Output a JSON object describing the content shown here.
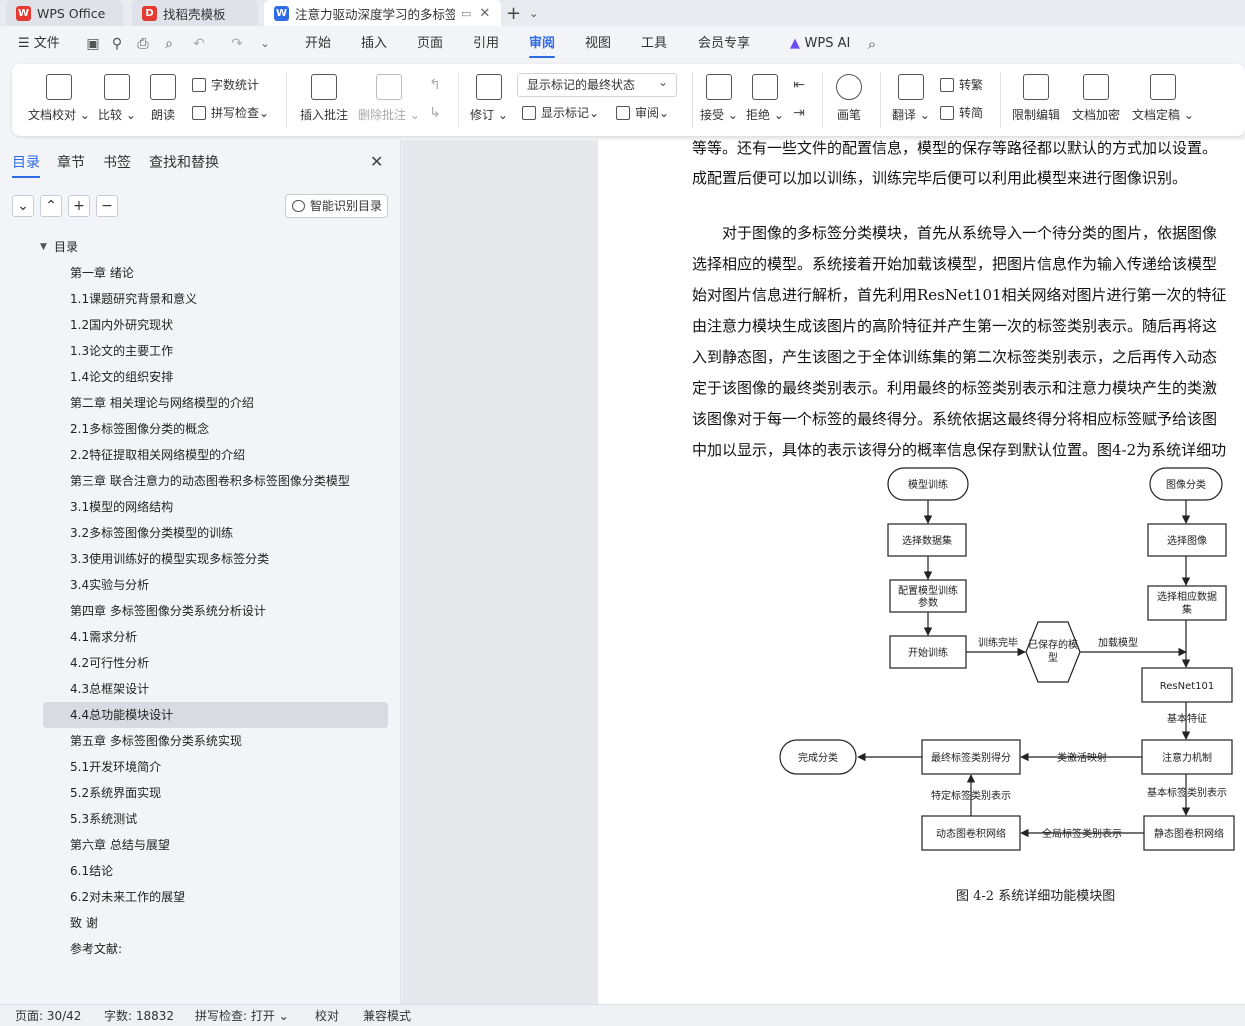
{
  "tabs": [
    {
      "label": "WPS Office",
      "icon": "wps-logo-icon",
      "color": "#e33b32"
    },
    {
      "label": "找稻壳模板",
      "icon": "docer-icon",
      "color": "#e33b32"
    },
    {
      "label": "注意力驱动深度学习的多标签",
      "icon": "word-doc-icon",
      "color": "#2f6be4"
    }
  ],
  "menu": {
    "file": "文件",
    "items": [
      "开始",
      "插入",
      "页面",
      "引用",
      "审阅",
      "视图",
      "工具",
      "会员专享"
    ],
    "active": "审阅",
    "wps_ai": "WPS AI"
  },
  "ribbon": {
    "doc_proofread": "文档校对",
    "compare": "比较",
    "read_aloud": "朗读",
    "word_count": "字数统计",
    "spell_check": "拼写检查",
    "insert_comment": "插入批注",
    "delete_comment": "删除批注",
    "revise": "修订",
    "markup_state": "显示标记的最终状态",
    "show_markup": "显示标记",
    "review": "审阅",
    "accept": "接受",
    "reject": "拒绝",
    "pen": "画笔",
    "translate": "翻译",
    "trad_convert": "转繁",
    "simp_convert": "转简",
    "restrict_edit": "限制编辑",
    "encrypt": "文档加密",
    "finalize": "文档定稿"
  },
  "nav": {
    "tabs": [
      "目录",
      "章节",
      "书签",
      "查找和替换"
    ],
    "smart_toc": "智能识别目录",
    "root": "目录",
    "items": [
      "第一章 绪论",
      "1.1课题研究背景和意义",
      "1.2国内外研究现状",
      "1.3论文的主要工作",
      "1.4论文的组织安排",
      "第二章 相关理论与网络模型的介绍",
      "2.1多标签图像分类的概念",
      "2.2特征提取相关网络模型的介绍",
      "第三章 联合注意力的动态图卷积多标签图像分类模型",
      "3.1模型的网络结构",
      "3.2多标签图像分类模型的训练",
      "3.3使用训练好的模型实现多标签分类",
      "3.4实验与分析",
      "第四章 多标签图像分类系统分析设计",
      "4.1需求分析",
      "4.2可行性分析",
      "4.3总框架设计",
      "4.4总功能模块设计",
      "第五章 多标签图像分类系统实现",
      "5.1开发环境简介",
      "5.2系统界面实现",
      "5.3系统测试",
      "第六章 总结与展望",
      "6.1结论",
      "6.2对未来工作的展望",
      "致 谢",
      "参考文献:"
    ],
    "selected": "4.4总功能模块设计"
  },
  "document": {
    "paragraphs": [
      "等等。还有一些文件的配置信息，模型的保存等路径都以默认的方式加以设置。",
      "成配置后便可以加以训练，训练完毕后便可以利用此模型来进行图像识别。",
      "　　对于图像的多标签分类模块，首先从系统导入一个待分类的图片，依据图像",
      "选择相应的模型。系统接着开始加载该模型，把图片信息作为输入传递给该模型",
      "始对图片信息进行解析，首先利用ResNet101相关网络对图片进行第一次的特征",
      "由注意力模块生成该图片的高阶特征并产生第一次的标签类别表示。随后再将这",
      "入到静态图，产生该图之于全体训练集的第二次标签类别表示，之后再传入动态",
      "定于该图像的最终类别表示。利用最终的标签类别表示和注意力模块产生的类激",
      "该图像对于每一个标签的最终得分。系统依据这最终得分将相应标签赋予给该图",
      "中加以显示，具体的表示该得分的概率信息保存到默认位置。图4-2为系统详细功"
    ],
    "caption": "图 4-2 系统详细功能模块图",
    "flow": {
      "model_train": "模型训练",
      "select_dataset": "选择数据集",
      "config_line1": "配置模型训练",
      "config_line2": "参数",
      "start_train": "开始训练",
      "train_done": "训练完毕",
      "saved_line1": "已保存的模",
      "saved_line2": "型",
      "load_model": "加载模型",
      "image_classify": "图像分类",
      "select_image": "选择图像",
      "select_data_line1": "选择相应数据",
      "select_data_line2": "集",
      "resnet": "ResNet101",
      "basic_feature": "基本特征",
      "attention": "注意力机制",
      "class_activation": "类激活映射",
      "final_score": "最终标签类别得分",
      "done_classify": "完成分类",
      "basic_label_repr": "基本标签类别表示",
      "static_gcn": "静态图卷积网络",
      "global_label_repr": "全局标签类别表示",
      "dynamic_gcn": "动态图卷积网络",
      "specific_label_repr": "特定标签类别表示"
    }
  },
  "status": {
    "page": "页面: 30/42",
    "words": "字数: 18832",
    "spell": "拼写检查: 打开",
    "proof": "校对",
    "compat": "兼容模式"
  },
  "colors": {
    "accent": "#2f6be4",
    "wps_red": "#e33b32"
  }
}
